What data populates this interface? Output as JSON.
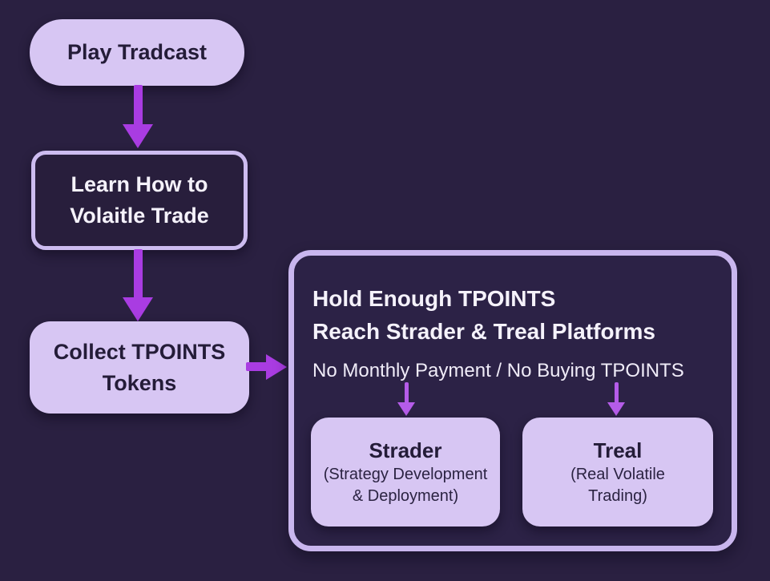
{
  "diagram": {
    "colors": {
      "background": "#2a2041",
      "node_fill": "#d7c6f3",
      "node_border": "#c9b6ee",
      "arrow_primary": "#a93ce2",
      "arrow_secondary": "#b55ce9",
      "text_dark": "#241c38",
      "text_light": "#f5f2fb"
    },
    "nodes": {
      "play": {
        "label": "Play Tradcast"
      },
      "learn": {
        "line1": "Learn How to",
        "line2": "Volaitle Trade"
      },
      "collect": {
        "line1": "Collect TPOINTS",
        "line2": "Tokens"
      },
      "panel": {
        "heading1": "Hold Enough TPOINTS",
        "heading2": "Reach Strader & Treal Platforms",
        "note": "No Monthly Payment / No Buying TPOINTS",
        "strader": {
          "title": "Strader",
          "desc_line1": "(Strategy Development",
          "desc_line2": "& Deployment)"
        },
        "treal": {
          "title": "Treal",
          "desc_line1": "(Real Volatile",
          "desc_line2": "Trading)"
        }
      }
    }
  }
}
